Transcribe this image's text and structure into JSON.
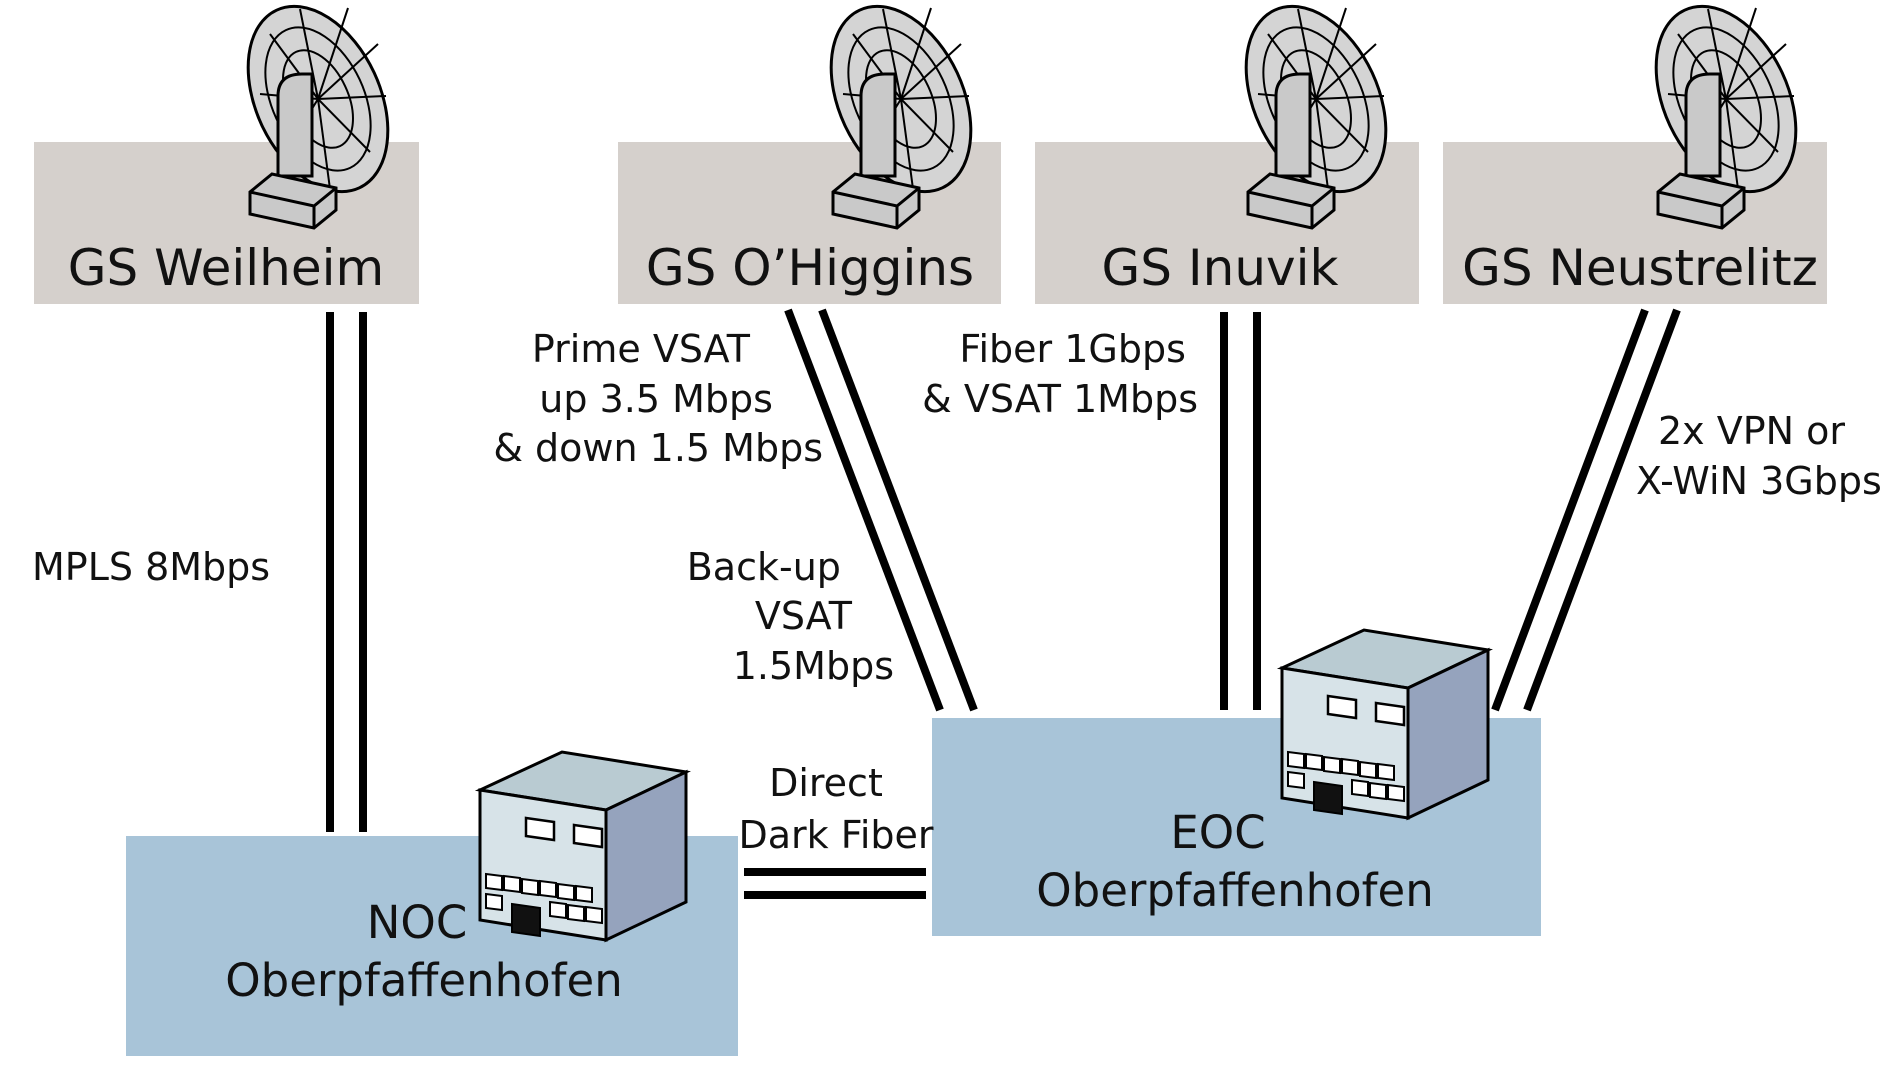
{
  "ground_stations": [
    {
      "name": "GS Weilheim"
    },
    {
      "name": "GS O’Higgins"
    },
    {
      "name": "GS Inuvik"
    },
    {
      "name": "GS Neustrelitz"
    }
  ],
  "centers": {
    "noc": {
      "line1": "NOC",
      "line2": "Oberpfaffenhofen"
    },
    "eoc": {
      "line1": "EOC",
      "line2": "Oberpfaffenhofen"
    }
  },
  "links": {
    "weilheim": {
      "label": "MPLS  8Mbps"
    },
    "ohiggins_prime": {
      "lines": [
        "Prime VSAT",
        "up 3.5 Mbps",
        "& down 1.5 Mbps"
      ]
    },
    "ohiggins_backup": {
      "lines": [
        "Back-up",
        "VSAT",
        "1.5Mbps"
      ]
    },
    "inuvik": {
      "lines": [
        "Fiber 1Gbps",
        "& VSAT 1Mbps"
      ]
    },
    "neustrelitz": {
      "lines": [
        "2x VPN or",
        "X-WiN 3Gbps"
      ]
    },
    "noc_eoc": {
      "lines": [
        "Direct",
        "Dark Fiber"
      ]
    }
  },
  "colors": {
    "station_box": "#d5d0cc",
    "center_box": "#a8c4d8",
    "dish": "#d4d4d4",
    "building_front": "#d7e3e8",
    "building_side": "#95a3bd",
    "building_top": "#b9cbd2"
  },
  "icons": [
    "satellite-dish-icon",
    "building-icon"
  ]
}
